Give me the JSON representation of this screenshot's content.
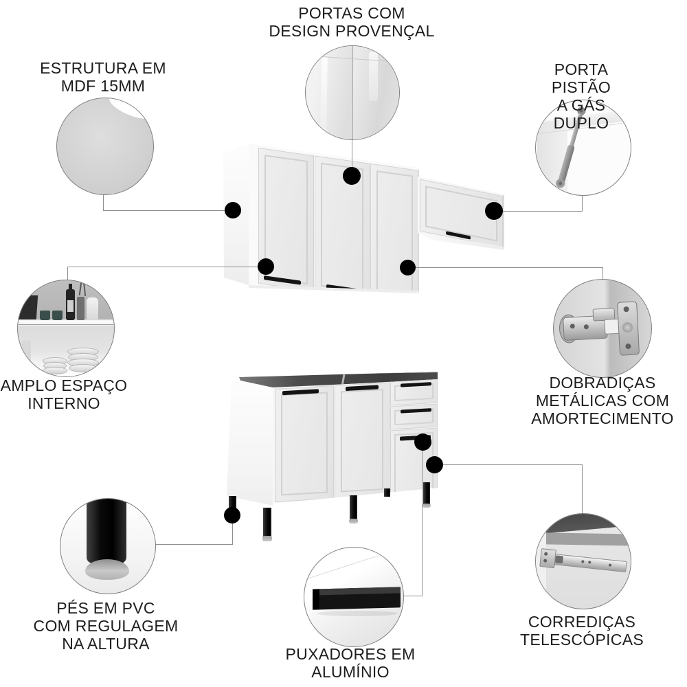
{
  "features": {
    "portas": {
      "label": "PORTAS COM\nDESIGN PROVENÇAL"
    },
    "estrutura": {
      "label": "ESTRUTURA EM\nMDF 15MM"
    },
    "pistao": {
      "label": "PORTA PISTÃO\nA GÁS DUPLO"
    },
    "amplo": {
      "label": "AMPLO ESPAÇO\nINTERNO"
    },
    "dobradicas": {
      "label": "DOBRADIÇAS\nMETÁLICAS COM\nAMORTECIMENTO"
    },
    "pes": {
      "label": "PÉS EM PVC\nCOM REGULAGEM\nNA ALTURA"
    },
    "puxadores": {
      "label": "PUXADORES EM\nALUMÍNIO"
    },
    "corredicas": {
      "label": "CORREDIÇAS\nTELESCÓPICAS"
    }
  },
  "colors": {
    "background": "#ffffff",
    "text": "#1d1d1d",
    "callout_line": "#8f8f8f",
    "callout_dot": "#000000",
    "cabinet_body": "#f2f2f2",
    "door_front": "#e8e8e8",
    "handle": "#141414"
  }
}
